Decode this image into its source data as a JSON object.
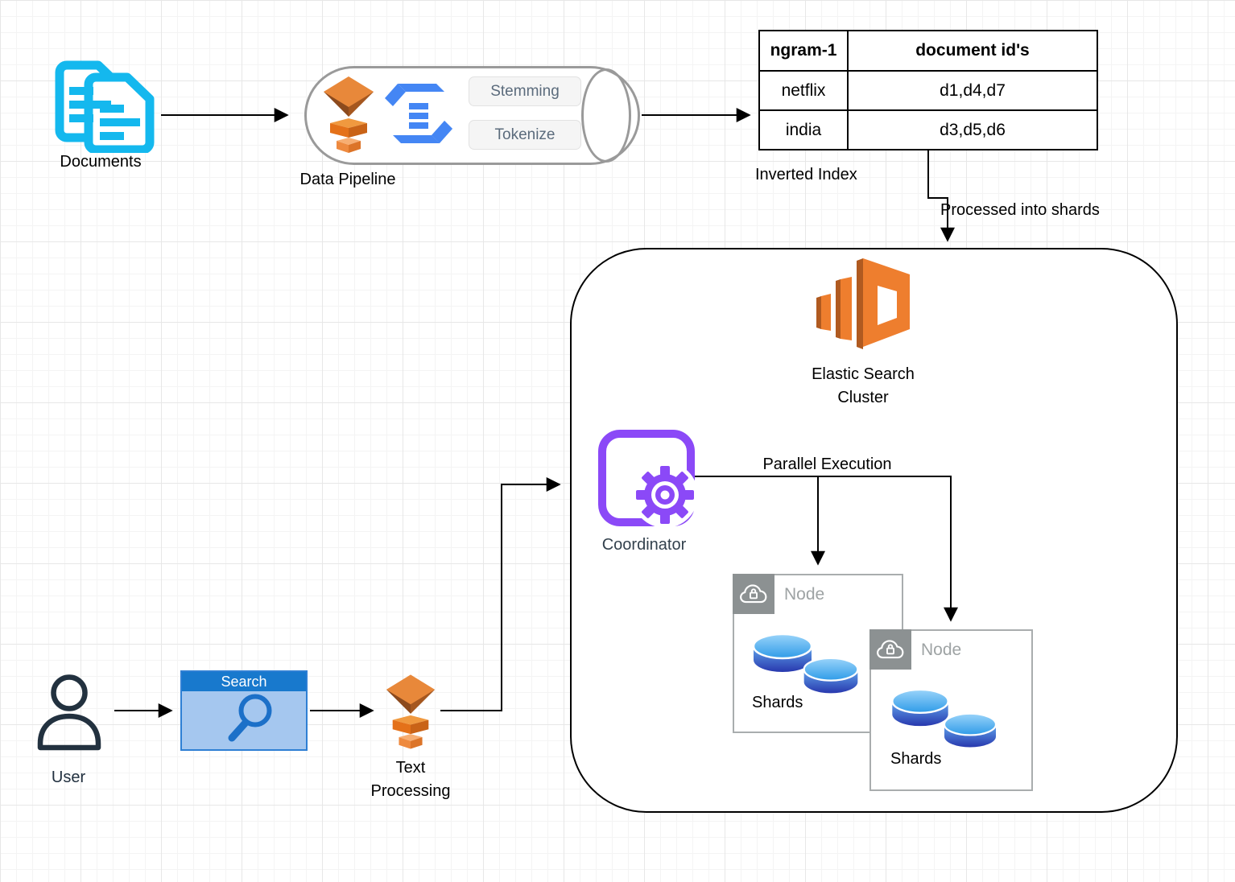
{
  "colors": {
    "documents_cyan": "#14b8ee",
    "aws_orange": "#ee7e2e",
    "google_blue": "#4486f4",
    "coordinator_purple": "#8b49f7",
    "search_titlebar_blue": "#1879cd",
    "search_body_blue": "#a5c7ef",
    "node_badge_gray": "#8c9192",
    "shard_blue_top": "#2f9be8",
    "shard_blue_bottom": "#2838ae"
  },
  "documents": {
    "label": "Documents"
  },
  "data_pipeline": {
    "label": "Data Pipeline",
    "steps": [
      "Stemming",
      "Tokenize"
    ]
  },
  "inverted_index": {
    "label": "Inverted Index",
    "headers": [
      "ngram-1",
      "document id's"
    ],
    "rows": [
      [
        "netflix",
        "d1,d4,d7"
      ],
      [
        "india",
        "d3,d5,d6"
      ]
    ]
  },
  "annotations": {
    "processed_into_shards": "Processed into shards",
    "parallel_execution": "Parallel Execution"
  },
  "cluster": {
    "title": "Elastic Search Cluster",
    "coordinator_label": "Coordinator",
    "nodes": [
      {
        "label": "Node",
        "shards_label": "Shards"
      },
      {
        "label": "Node",
        "shards_label": "Shards"
      }
    ]
  },
  "user": {
    "label": "User"
  },
  "search_window": {
    "title": "Search"
  },
  "text_processing": {
    "label": "Text Processing"
  }
}
